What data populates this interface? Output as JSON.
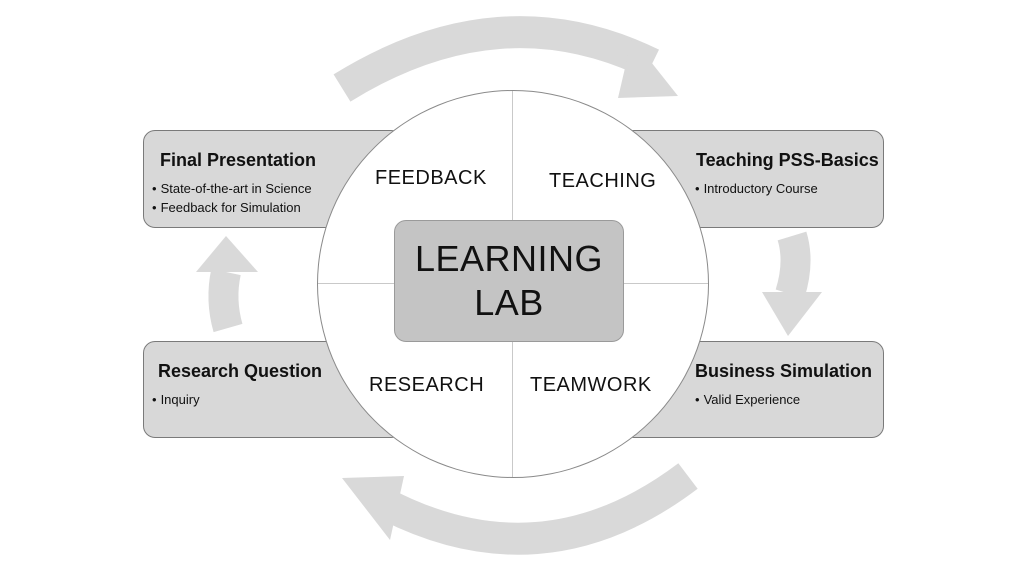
{
  "center": {
    "line1": "LEARNING",
    "line2": "LAB"
  },
  "quadrants": {
    "top_left": "FEEDBACK",
    "top_right": "TEACHING",
    "bottom_left": "RESEARCH",
    "bottom_right": "TEAMWORK"
  },
  "boxes": {
    "final_presentation": {
      "title": "Final Presentation",
      "bullets": [
        "State-of-the-art in Science",
        "Feedback for Simulation"
      ]
    },
    "teaching_pss": {
      "title": "Teaching PSS-Basics",
      "bullets": [
        "Introductory Course"
      ]
    },
    "research_question": {
      "title": "Research Question",
      "bullets": [
        "Inquiry"
      ]
    },
    "business_simulation": {
      "title": "Business Simulation",
      "bullets": [
        "Valid Experience"
      ]
    }
  },
  "colors": {
    "arrow": "#d9d9d9",
    "box_fill": "#d8d8d8",
    "center_fill": "#c4c4c4",
    "outline": "#7a7a7a"
  },
  "arrows": {
    "direction": "clockwise",
    "icons": [
      "curved-arrow-top-icon",
      "arrow-down-right-icon",
      "curved-arrow-bottom-icon",
      "arrow-up-left-icon"
    ]
  }
}
